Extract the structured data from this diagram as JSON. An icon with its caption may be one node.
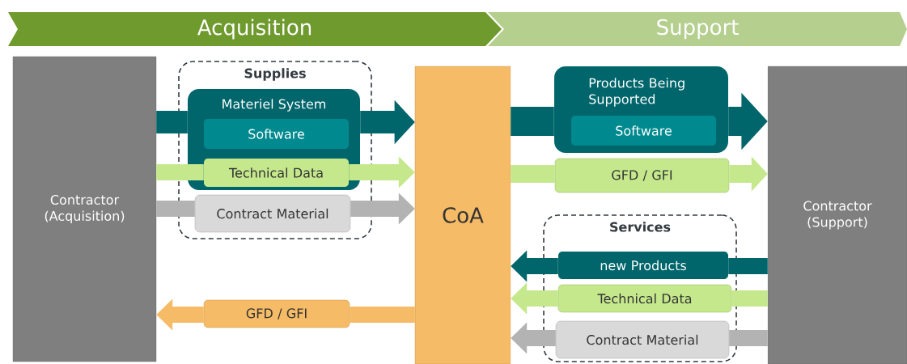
{
  "diagram": {
    "nodes": [
      {
        "text": [
          "Acquisition"
        ]
      },
      {
        "text": [
          "Support"
        ]
      },
      {
        "text": [
          "Contractor (Acquisition)"
        ]
      },
      {
        "text": [
          "Supplies"
        ]
      },
      {
        "text": [
          "Materiel System"
        ],
        "in": 3
      },
      {
        "text": [
          "Software"
        ],
        "in": 4
      },
      {
        "text": [
          "Technical Data"
        ],
        "in": 4
      },
      {
        "text": [
          "Contract Material"
        ],
        "in": 3
      },
      {
        "text": [
          "GFD / GFI"
        ]
      },
      {
        "text": [
          "CoA"
        ]
      },
      {
        "text": [
          "Products Being Supported"
        ]
      },
      {
        "text": [
          "Software"
        ],
        "in": 10
      },
      {
        "text": [
          "GFD / GFI"
        ]
      },
      {
        "text": [
          "Services"
        ]
      },
      {
        "text": [
          "new Products"
        ],
        "in": 13
      },
      {
        "text": [
          "Technical Data"
        ],
        "in": 13
      },
      {
        "text": [
          "Contract Material"
        ],
        "in": 13
      },
      {
        "text": [
          "Contractor (Support)"
        ]
      }
    ],
    "edges": [
      {
        "from": 2,
        "to": 4,
        "arrow": "none",
        "color": "#00666b"
      },
      {
        "from": 4,
        "to": 9,
        "arrow": "to",
        "color": "#00666b"
      },
      {
        "from": 2,
        "to": 6,
        "arrow": "none",
        "color": "#c5e88d"
      },
      {
        "from": 6,
        "to": 9,
        "arrow": "to",
        "color": "#c5e88d"
      },
      {
        "from": 2,
        "to": 7,
        "arrow": "none",
        "color": "#b3b3b3"
      },
      {
        "from": 7,
        "to": 9,
        "arrow": "to",
        "color": "#b3b3b3"
      },
      {
        "from": 9,
        "to": 8,
        "arrow": "none",
        "color": "#f5bb66"
      },
      {
        "from": 8,
        "to": 2,
        "arrow": "to",
        "color": "#f5bb66"
      },
      {
        "from": 9,
        "to": 10,
        "arrow": "none",
        "style": "thick",
        "color": "#00666b"
      },
      {
        "from": 10,
        "to": 17,
        "arrow": "to",
        "style": "thick",
        "color": "#00666b"
      },
      {
        "from": 9,
        "to": 12,
        "arrow": "none",
        "color": "#c5e88d"
      },
      {
        "from": 12,
        "to": 17,
        "arrow": "to",
        "color": "#c5e88d"
      },
      {
        "from": 17,
        "to": 14,
        "arrow": "none",
        "color": "#00666b"
      },
      {
        "from": 14,
        "to": 9,
        "arrow": "to",
        "color": "#00666b"
      },
      {
        "from": 17,
        "to": 15,
        "arrow": "none",
        "color": "#c5e88d"
      },
      {
        "from": 15,
        "to": 9,
        "arrow": "to",
        "color": "#c5e88d"
      },
      {
        "from": 17,
        "to": 16,
        "arrow": "none",
        "color": "#b3b3b3"
      },
      {
        "from": 16,
        "to": 9,
        "arrow": "to",
        "color": "#b3b3b3"
      }
    ]
  }
}
